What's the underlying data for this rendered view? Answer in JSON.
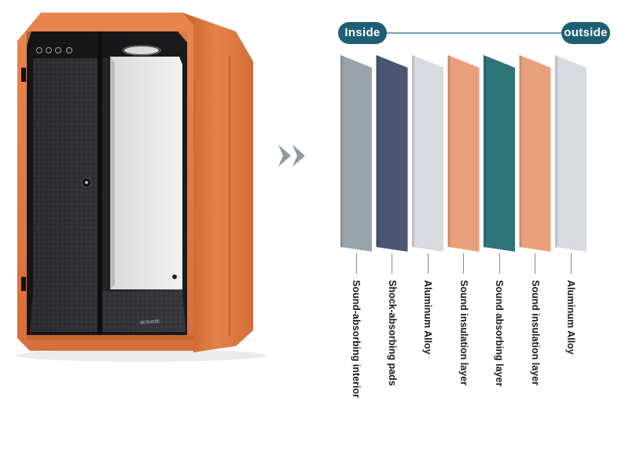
{
  "header": {
    "inside_label": "Inside",
    "outside_label": "outside"
  },
  "booth": {
    "brand_mark": "acoustic"
  },
  "colors": {
    "booth_orange": "#e07a45",
    "pill_teal": "#1f5f73",
    "arrow_gray": "#8c9aa3"
  },
  "layers": [
    {
      "name": "Sound-absorbing interior",
      "color": "#9aa3ab"
    },
    {
      "name": "Shock-absorbing pads",
      "color": "#4a5672"
    },
    {
      "name": "Aluminum Alloy",
      "color": "#d7dbdf"
    },
    {
      "name": "Sound insulation layer",
      "color": "#e8a07a"
    },
    {
      "name": "Sound absorbing layer",
      "color": "#2f7479"
    },
    {
      "name": "Sound insulation layer",
      "color": "#e8a07a"
    },
    {
      "name": "Aluminum Alloy",
      "color": "#d7dbdf"
    }
  ]
}
